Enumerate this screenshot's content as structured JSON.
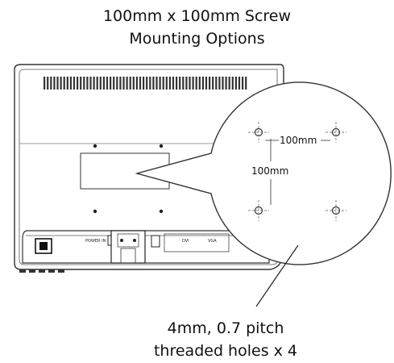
{
  "title": "100mm x 100mm Screw\nMounting Options",
  "caption": "4mm, 0.7 pitch\nthreaded holes x 4",
  "dimensions": {
    "horizontal_label": "100mm",
    "vertical_label": "100mm"
  },
  "port_labels": {
    "power_label": "POWER IN",
    "dvi_label": "DVI",
    "vga_label": "VGA"
  }
}
